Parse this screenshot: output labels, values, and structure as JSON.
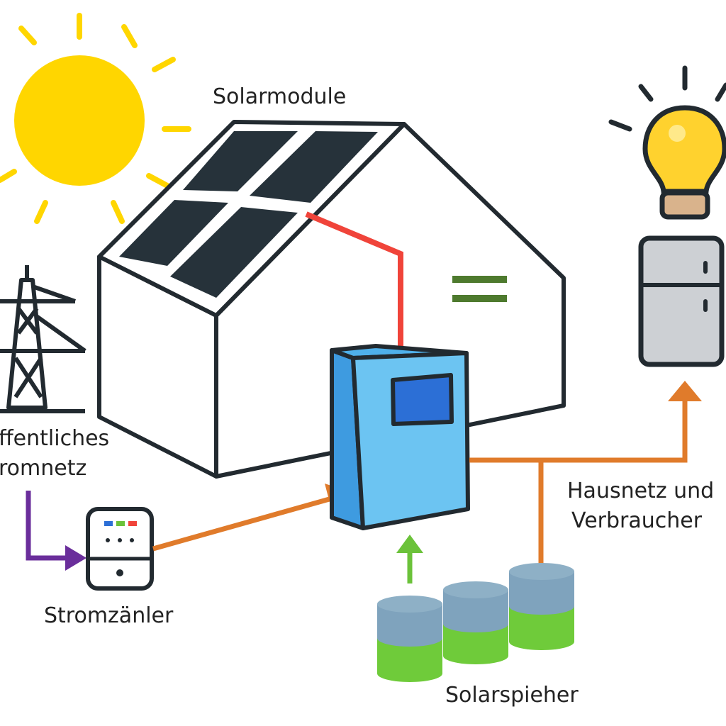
{
  "labels": {
    "solar_modules": "Solarmodule",
    "public_grid_line1": "ffentliches",
    "public_grid_line2": "romnetz",
    "meter": "Stromzänler",
    "house_grid_line1": "Hausnetz und",
    "house_grid_line2": "Verbraucher",
    "storage": "Solarspieher"
  },
  "colors": {
    "sun": "#FFD600",
    "panel": "#26323A",
    "outline": "#222A30",
    "dc_line": "#F0443A",
    "ac_line": "#E07B2B",
    "grid_line": "#6A2E9B",
    "storage_arrow": "#6BC23A",
    "inverter": "#6CC4F2",
    "inverter_side": "#3E9BE0",
    "inverter_screen": "#2C6FD6",
    "battery_top": "#7FA3BD",
    "battery_bottom": "#6FCB3A",
    "bulb": "#FFD22E",
    "fridge": "#CDD0D4",
    "equals_sign": "#4E7A2E"
  },
  "icons": [
    "sun-icon",
    "power-tower-icon",
    "house-icon",
    "solar-panel-icon",
    "inverter-icon",
    "electricity-meter-icon",
    "battery-icon",
    "light-bulb-icon",
    "fridge-icon"
  ]
}
